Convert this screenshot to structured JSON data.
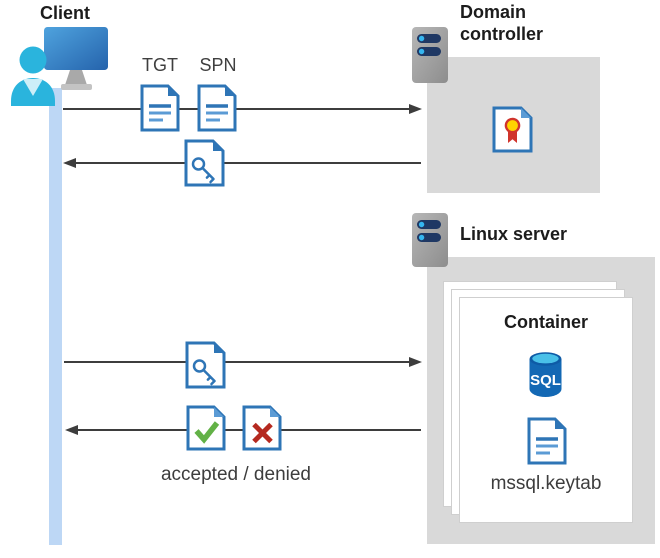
{
  "client": {
    "label": "Client"
  },
  "domain_controller": {
    "label": "Domain controller"
  },
  "linux_server": {
    "label": "Linux server"
  },
  "container": {
    "title": "Container",
    "sql_badge": "SQL",
    "keytab_label": "mssql.keytab"
  },
  "flow": {
    "tgt_label": "TGT",
    "spn_label": "SPN",
    "result_label": "accepted / denied"
  },
  "icons": {
    "client": "user-at-monitor-icon",
    "servers": "server-icon",
    "tickets": "document-icon",
    "granted_ticket": "key-ticket-document-icon",
    "certificate": "certificate-icon",
    "accepted": "check-document-icon",
    "denied": "cross-document-icon",
    "database": "sql-database-icon",
    "keytab_file": "document-icon"
  },
  "colors": {
    "doc_blue": "#2e75b6",
    "doc_blue_light": "#5b9bd5",
    "lifeline_blue": "#bdd7f5",
    "box_gray": "#d9d9d9",
    "arrow_gray": "#3d3d3d",
    "check_green": "#62b146",
    "cross_red": "#b5291f",
    "sql_body_blue": "#1368b4",
    "sql_top_cyan": "#49c0e8",
    "server_bar_navy": "#1f3864",
    "person_cyan": "#2ab4dd",
    "seal_yellow": "#ffd400",
    "ribbon_red": "#d0342c"
  }
}
